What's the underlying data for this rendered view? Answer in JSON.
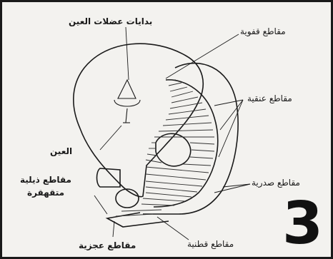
{
  "figure": {
    "number": "3",
    "colors": {
      "ink": "#1a1a1a",
      "paper": "#f3f2ef",
      "hatch": "#333333"
    }
  },
  "labels": {
    "eye_muscle_beginnings": "بدايات عضلات العين",
    "occipital_somites": "مقاطع قفوية",
    "cervical_somites": "مقاطع عنقية",
    "eye": "العين",
    "tail_somites": "مقاطع ذيلية",
    "regressed": "متقهقرة",
    "thoracic_somites": "مقاطع صدرية",
    "sacral_somites": "مقاطع عجزية",
    "lumbar_somites": "مقاطع قطنية"
  }
}
